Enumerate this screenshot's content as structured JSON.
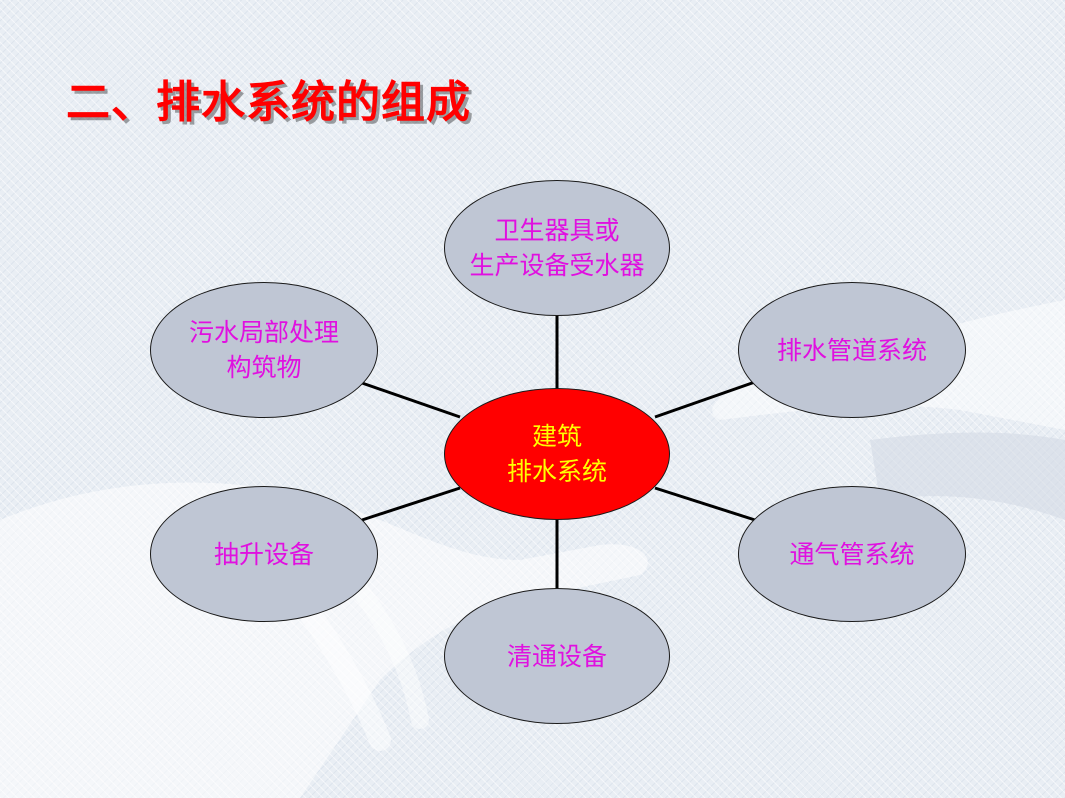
{
  "title": "二、排水系统的组成",
  "center": {
    "label": "建筑\n排水系统"
  },
  "nodes": [
    {
      "label": "卫生器具或\n生产设备受水器"
    },
    {
      "label": "排水管道系统"
    },
    {
      "label": "通气管系统"
    },
    {
      "label": "清通设备"
    },
    {
      "label": "抽升设备"
    },
    {
      "label": "污水局部处理\n构筑物"
    }
  ],
  "colors": {
    "title": "#ff0000",
    "center_fill": "#ff0000",
    "center_text": "#ffff00",
    "node_fill": "#bfc6d4",
    "node_text": "#e010e0",
    "connector": "#000000"
  }
}
